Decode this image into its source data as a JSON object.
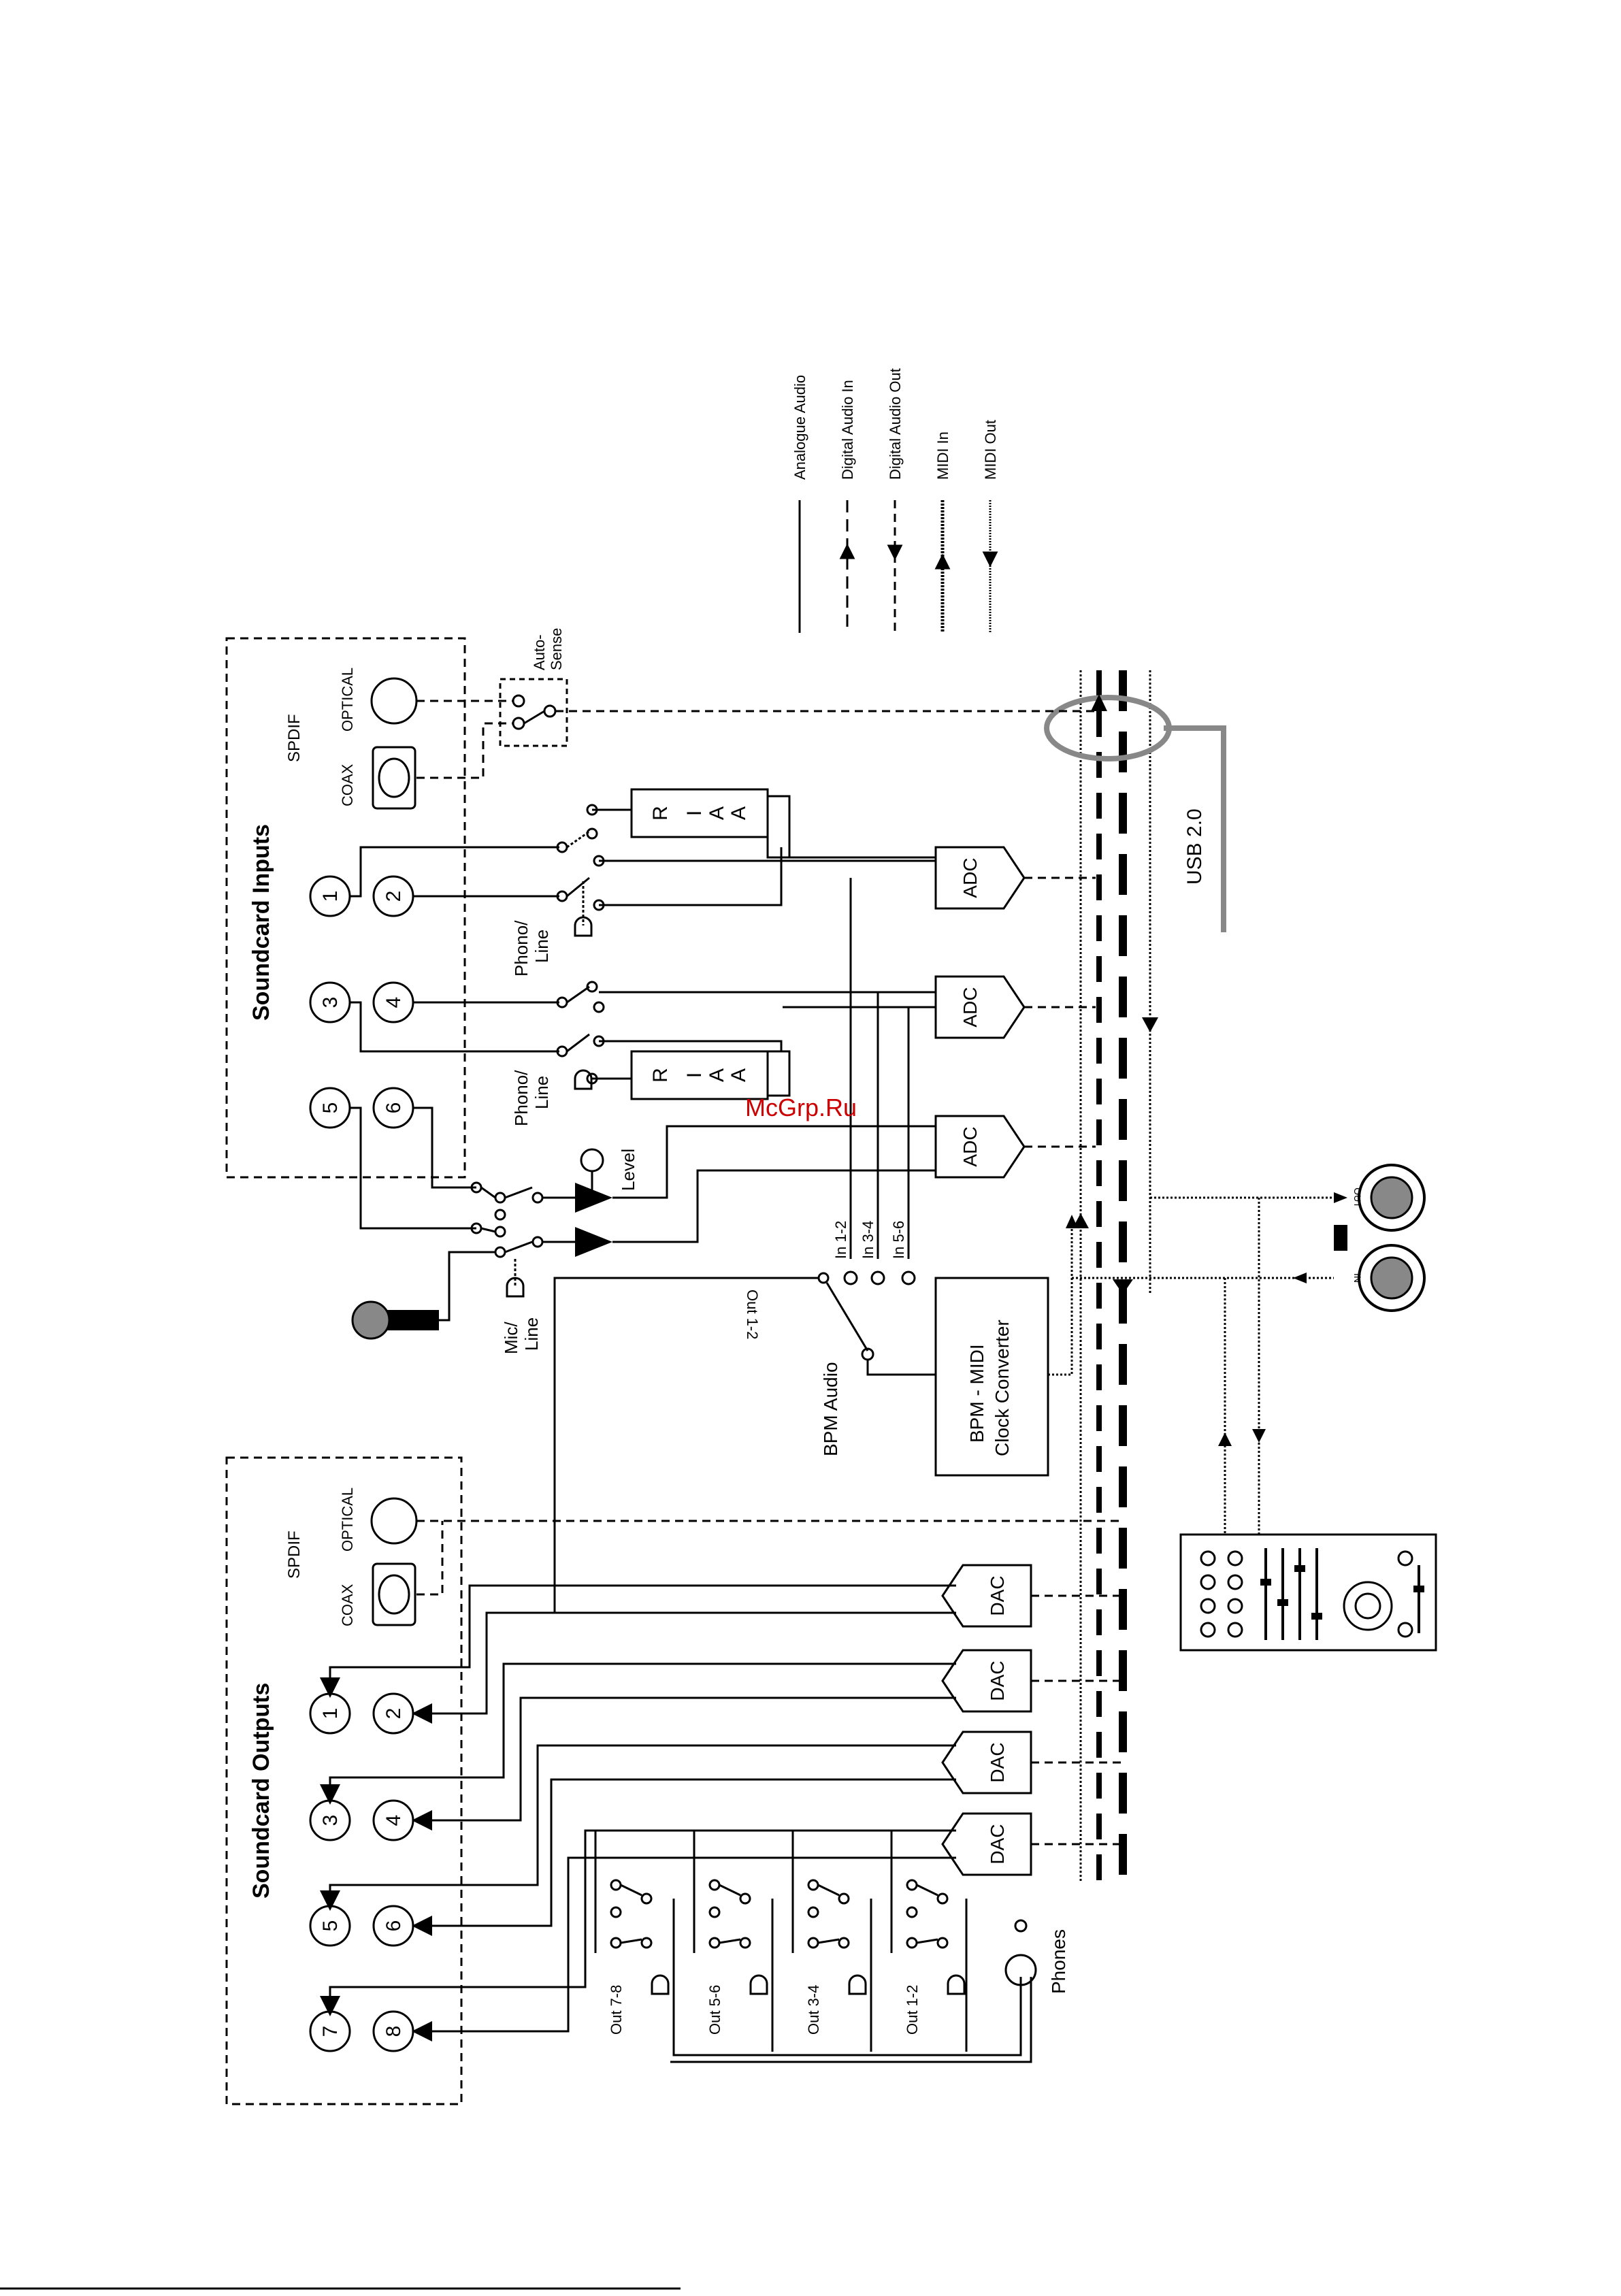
{
  "legend": {
    "analogue_audio": "Analogue Audio",
    "digital_audio_in": "Digital Audio In",
    "digital_audio_out": "Digital Audio Out",
    "midi_in": "MIDI In",
    "midi_out": "MIDI Out"
  },
  "inputs": {
    "title": "Soundcard Inputs",
    "spdif": "SPDIF",
    "coax": "COAX",
    "optical": "OPTICAL",
    "auto_sense_1": "Auto-",
    "auto_sense_2": "Sense",
    "jacks": [
      "1",
      "2",
      "3",
      "4",
      "5",
      "6"
    ],
    "riaa": [
      "R",
      "I",
      "A",
      "A"
    ],
    "phono_line_1": "Phono/",
    "phono_line_2": "Line",
    "level": "Level",
    "mic_line_1": "Mic/",
    "mic_line_2": "Line"
  },
  "converters": {
    "adc": "ADC",
    "dac": "DAC",
    "usb": "USB 2.0",
    "bpm_audio": "BPM Audio",
    "bpm_box_1": "BPM - MIDI",
    "bpm_box_2": "Clock Converter",
    "in_12": "In 1-2",
    "in_34": "In 3-4",
    "in_56": "In 5-6",
    "out_12_flipped": "Out 1-2"
  },
  "midi": {
    "out": "OUT",
    "in": "IN"
  },
  "outputs": {
    "title": "Soundcard Outputs",
    "spdif": "SPDIF",
    "coax": "COAX",
    "optical": "OPTICAL",
    "jacks": [
      "1",
      "2",
      "3",
      "4",
      "5",
      "6",
      "7",
      "8"
    ],
    "out_78": "Out 7-8",
    "out_56": "Out 5-6",
    "out_34": "Out 3-4",
    "out_12": "Out 1-2",
    "phones": "Phones"
  },
  "watermark": "McGrp.Ru"
}
